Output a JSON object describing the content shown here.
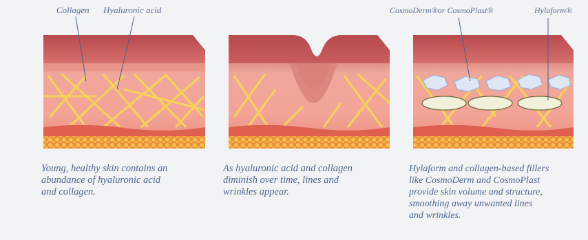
{
  "labels": {
    "collagen": "Collagen",
    "hyaluronic_acid": "Hyaluronic acid",
    "cosmoderm": "CosmoDerm®or CosmoPlast®",
    "hylaform": "Hylaform®"
  },
  "captions": {
    "panel1": [
      "Young, healthy skin contains an",
      "abundance of hyaluronic acid",
      "and collagen."
    ],
    "panel2": [
      "As hyaluronic acid and collagen",
      "diminish over time, lines and",
      "wrinkles appear."
    ],
    "panel3": [
      "Hylaform and collagen-based fillers",
      "like CosmoDerm and CosmoPlast",
      "provide skin volume and structure,",
      "smoothing away unwanted lines",
      "and wrinkles."
    ]
  },
  "colors": {
    "background": "#f1f3f5",
    "label_text": "#5a6f93",
    "skin_top": "#c9585a",
    "skin_mid": "#f0a79b",
    "collagen_fiber": "#f7d15a",
    "fat_layer": "#f2b83a",
    "filler_crystal": "#dfe6f4",
    "filler_gel": "#f1f0d8"
  }
}
